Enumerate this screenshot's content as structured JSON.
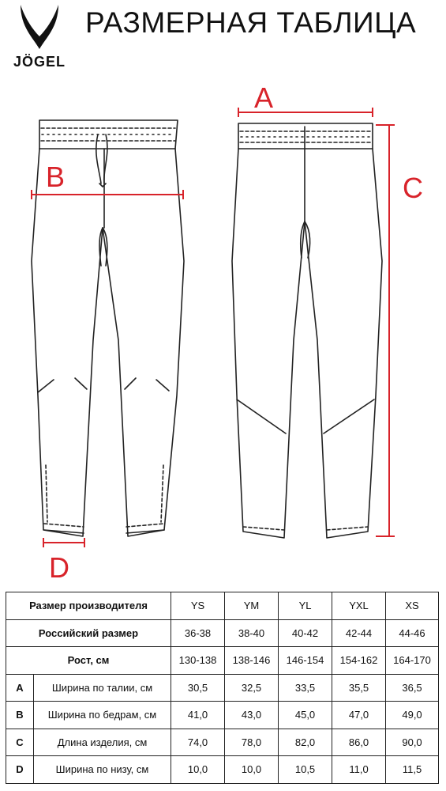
{
  "brand": {
    "name": "JÖGEL"
  },
  "page": {
    "title": "РАЗМЕРНАЯ ТАБЛИЦА"
  },
  "dimension_labels": {
    "a": "A",
    "b": "B",
    "c": "C",
    "d": "D"
  },
  "colors": {
    "accent": "#d8232a",
    "line": "#222222"
  },
  "table": {
    "header_rows": [
      {
        "label": "Размер производителя",
        "values": [
          "YS",
          "YM",
          "YL",
          "YXL",
          "XS"
        ]
      },
      {
        "label": "Российский размер",
        "values": [
          "36-38",
          "38-40",
          "40-42",
          "42-44",
          "44-46"
        ]
      },
      {
        "label": "Рост, см",
        "values": [
          "130-138",
          "138-146",
          "146-154",
          "154-162",
          "164-170"
        ]
      }
    ],
    "measure_rows": [
      {
        "letter": "A",
        "label": "Ширина по талии, см",
        "values": [
          "30,5",
          "32,5",
          "33,5",
          "35,5",
          "36,5"
        ]
      },
      {
        "letter": "B",
        "label": "Ширина по бедрам, см",
        "values": [
          "41,0",
          "43,0",
          "45,0",
          "47,0",
          "49,0"
        ]
      },
      {
        "letter": "C",
        "label": "Длина изделия, см",
        "values": [
          "74,0",
          "78,0",
          "82,0",
          "86,0",
          "90,0"
        ]
      },
      {
        "letter": "D",
        "label": "Ширина по низу, см",
        "values": [
          "10,0",
          "10,0",
          "10,5",
          "11,0",
          "11,5"
        ]
      }
    ]
  }
}
